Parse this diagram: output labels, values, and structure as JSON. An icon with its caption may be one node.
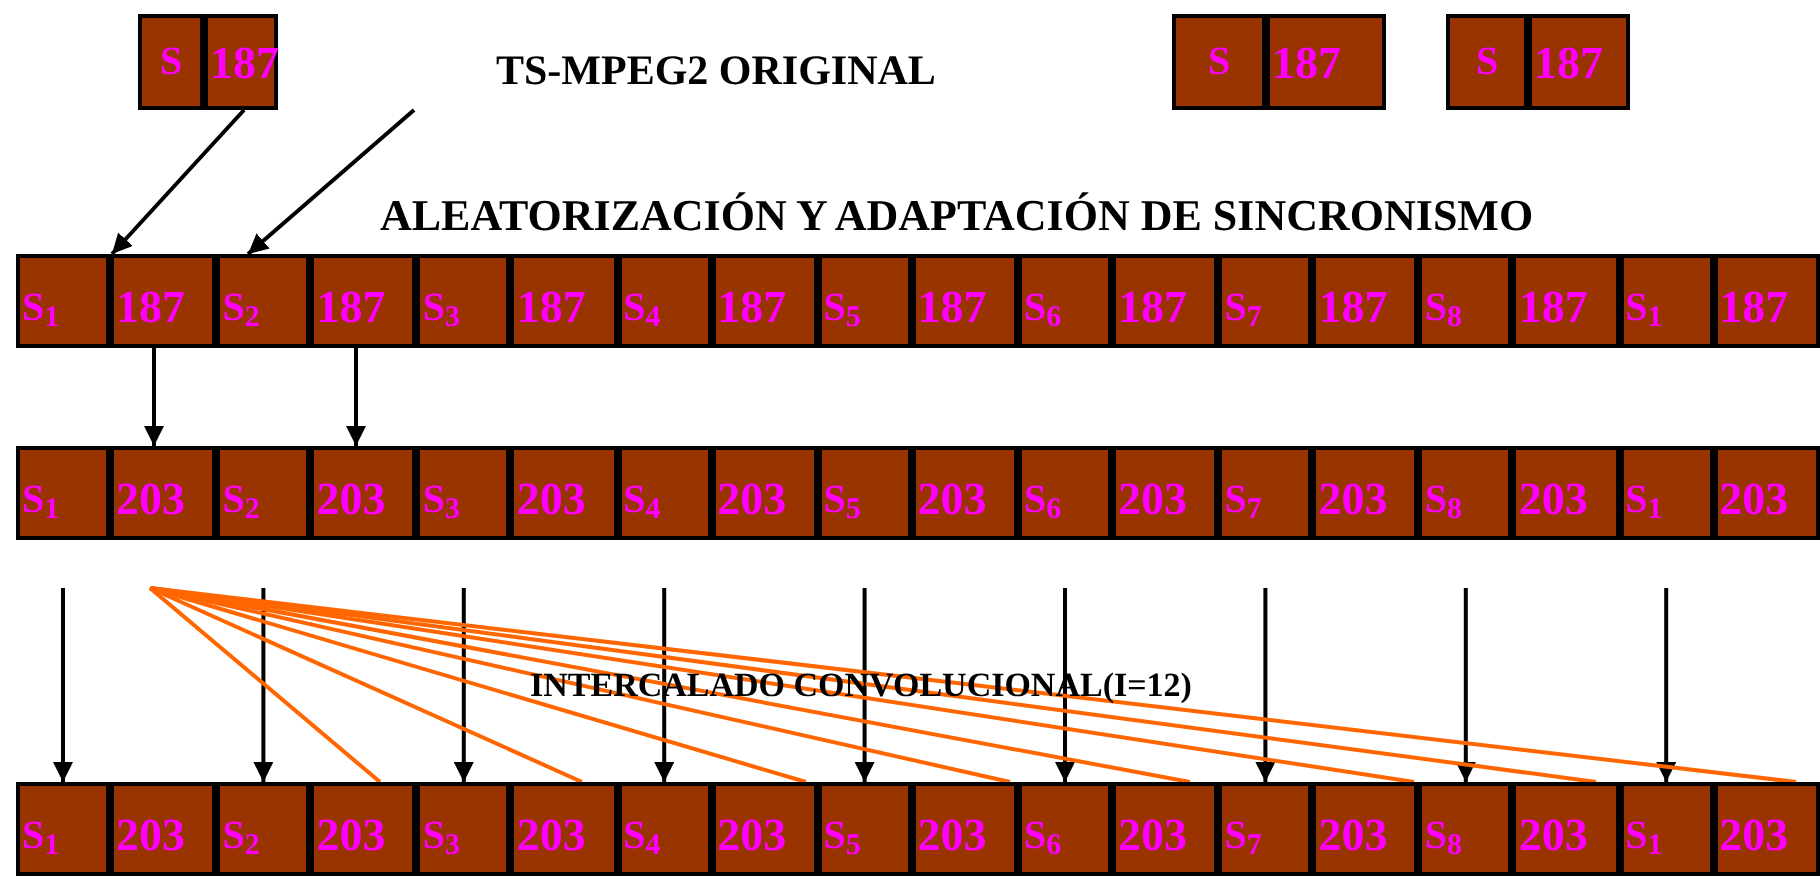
{
  "diagram": {
    "nodes": [
      {
        "text": [
          "S"
        ]
      },
      {
        "text": [
          "187"
        ]
      },
      {
        "text": [
          "S"
        ]
      },
      {
        "text": [
          "187"
        ]
      },
      {
        "text": [
          "S"
        ]
      },
      {
        "text": [
          "187"
        ]
      },
      {
        "text": [
          "S$_{1}$"
        ]
      },
      {
        "text": [
          "187"
        ]
      },
      {
        "text": [
          "S$_{2}$"
        ]
      },
      {
        "text": [
          "187"
        ]
      },
      {
        "text": [
          "S$_{3}$"
        ]
      },
      {
        "text": [
          "187"
        ]
      },
      {
        "text": [
          "S$_{4}$"
        ]
      },
      {
        "text": [
          "187"
        ]
      },
      {
        "text": [
          "S$_{5}$"
        ]
      },
      {
        "text": [
          "187"
        ]
      },
      {
        "text": [
          "S$_{6}$"
        ]
      },
      {
        "text": [
          "187"
        ]
      },
      {
        "text": [
          "S$_{7}$"
        ]
      },
      {
        "text": [
          "187"
        ]
      },
      {
        "text": [
          "S$_{8}$"
        ]
      },
      {
        "text": [
          "187"
        ]
      },
      {
        "text": [
          "S$_{1}$"
        ]
      },
      {
        "text": [
          "187"
        ]
      },
      {
        "text": [
          "S$_{1}$"
        ]
      },
      {
        "text": [
          "203"
        ]
      },
      {
        "text": [
          "S$_{2}$"
        ]
      },
      {
        "text": [
          "203"
        ]
      },
      {
        "text": [
          "S$_{3}$"
        ]
      },
      {
        "text": [
          "203"
        ]
      },
      {
        "text": [
          "S$_{4}$"
        ]
      },
      {
        "text": [
          "203"
        ]
      },
      {
        "text": [
          "S$_{5}$"
        ]
      },
      {
        "text": [
          "203"
        ]
      },
      {
        "text": [
          "S$_{6}$"
        ]
      },
      {
        "text": [
          "203"
        ]
      },
      {
        "text": [
          "S$_{7}$"
        ]
      },
      {
        "text": [
          "203"
        ]
      },
      {
        "text": [
          "S$_{8}$"
        ]
      },
      {
        "text": [
          "203"
        ]
      },
      {
        "text": [
          "S$_{1}$"
        ]
      },
      {
        "text": [
          "203"
        ]
      },
      {
        "text": [
          "S$_{1}$"
        ]
      },
      {
        "text": [
          "203"
        ]
      },
      {
        "text": [
          "S$_{2}$"
        ]
      },
      {
        "text": [
          "203"
        ]
      },
      {
        "text": [
          "S$_{3}$"
        ]
      },
      {
        "text": [
          "203"
        ]
      },
      {
        "text": [
          "S$_{4}$"
        ]
      },
      {
        "text": [
          "203"
        ]
      },
      {
        "text": [
          "S$_{5}$"
        ]
      },
      {
        "text": [
          "203"
        ]
      },
      {
        "text": [
          "S$_{6}$"
        ]
      },
      {
        "text": [
          "203"
        ]
      },
      {
        "text": [
          "S$_{7}$"
        ]
      },
      {
        "text": [
          "203"
        ]
      },
      {
        "text": [
          "S$_{8}$"
        ]
      },
      {
        "text": [
          "203"
        ]
      },
      {
        "text": [
          "S$_{1}$"
        ]
      },
      {
        "text": [
          "203"
        ]
      }
    ],
    "edges": [
      {
        "from": 1,
        "to": 7,
        "arrow": "to"
      },
      {
        "from": null,
        "to": 8,
        "arrow": "to"
      },
      {
        "from": 7,
        "to": 25,
        "arrow": "to"
      },
      {
        "from": 9,
        "to": 27,
        "arrow": "to"
      },
      {
        "from": null,
        "to": 42,
        "arrow": "to"
      },
      {
        "from": null,
        "to": 44,
        "arrow": "to"
      },
      {
        "from": null,
        "to": 46,
        "arrow": "to"
      },
      {
        "from": null,
        "to": 48,
        "arrow": "to"
      },
      {
        "from": null,
        "to": 50,
        "arrow": "to"
      },
      {
        "from": null,
        "to": 52,
        "arrow": "to"
      },
      {
        "from": null,
        "to": 54,
        "arrow": "to"
      },
      {
        "from": null,
        "to": 56,
        "arrow": "to"
      },
      {
        "from": null,
        "to": 58,
        "arrow": "to"
      },
      {
        "from": null,
        "to": 45,
        "arrow": "none",
        "color": "#ff6600"
      },
      {
        "from": null,
        "to": 47,
        "arrow": "none",
        "color": "#ff6600"
      },
      {
        "from": null,
        "to": 49,
        "arrow": "none",
        "color": "#ff6600"
      },
      {
        "from": null,
        "to": 51,
        "arrow": "none",
        "color": "#ff6600"
      },
      {
        "from": null,
        "to": 53,
        "arrow": "none",
        "color": "#ff6600"
      },
      {
        "from": null,
        "to": 55,
        "arrow": "none",
        "color": "#ff6600"
      },
      {
        "from": null,
        "to": 57,
        "arrow": "none",
        "color": "#ff6600"
      },
      {
        "from": null,
        "to": 59,
        "arrow": "none",
        "color": "#ff6600"
      }
    ],
    "labels": [
      "TS-MPEG2 ORIGINAL",
      "ALEATORIZACIÓN Y ADAPTACIÓN DE SINCRONISMO",
      "INTERCALADO CONVOLUCIONAL(I=12)"
    ]
  }
}
